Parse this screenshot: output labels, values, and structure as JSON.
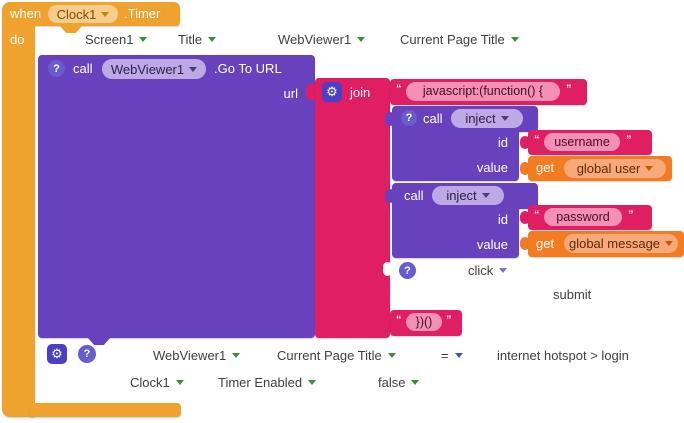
{
  "blocks": {
    "when": {
      "keyword": "when",
      "component": "Clock1",
      "event": ".Timer",
      "do": "do"
    },
    "floating_row": {
      "screen": "Screen1",
      "title": "Title",
      "webviewer": "WebViewer1",
      "current_page_title": "Current Page Title"
    },
    "go_to_url": {
      "call": "call",
      "component": "WebViewer1",
      "method": ".Go To URL",
      "url": "url"
    },
    "join": {
      "label": "join"
    },
    "js_open": {
      "q1": "“",
      "text": "javascript:(function() {",
      "q2": "”"
    },
    "inject1": {
      "call": "call",
      "name": "inject",
      "id": "id",
      "value": "value"
    },
    "username": {
      "q1": "“",
      "text": "username",
      "q2": "”"
    },
    "get_user": {
      "get": "get",
      "var": "global user"
    },
    "inject2": {
      "call": "call",
      "name": "inject",
      "id": "id",
      "value": "value"
    },
    "password": {
      "q1": "“",
      "text": "password",
      "q2": "”"
    },
    "get_message": {
      "get": "get",
      "var": "global message"
    },
    "click_row": {
      "label": "click",
      "arg": "submit"
    },
    "js_close": {
      "q1": "“",
      "text": "})()",
      "q2": "”"
    },
    "compare": {
      "component": "WebViewer1",
      "prop": "Current Page Title",
      "op": "=",
      "value": "internet hotspot > login"
    },
    "setter": {
      "component": "Clock1",
      "prop": "Timer Enabled",
      "value": "false"
    }
  },
  "colors": {
    "event_orange": "#F0A22F",
    "procedure_purple": "#6842BE",
    "text_pink": "#DF1E63",
    "variable_orange": "#F47C20",
    "icon_indigo": "#4C3EC5",
    "dropdown_green": "#3C8C40"
  }
}
